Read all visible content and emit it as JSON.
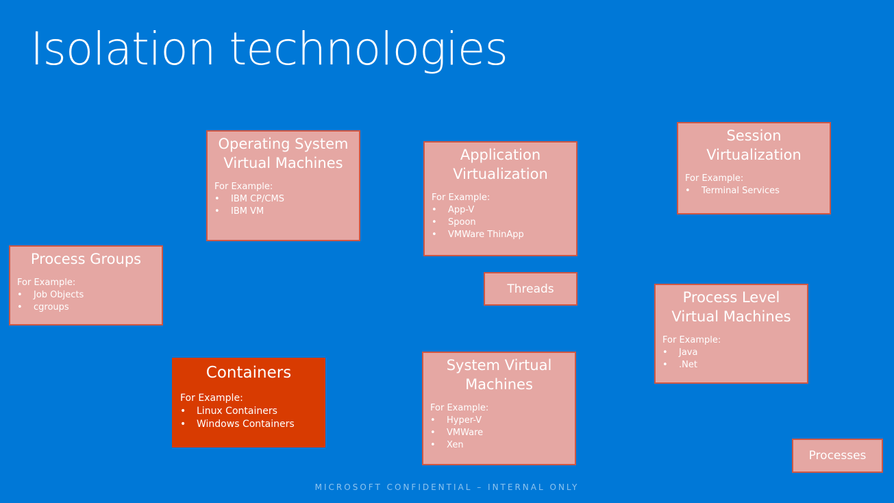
{
  "slide": {
    "title": "Isolation technologies",
    "footer": "MICROSOFT CONFIDENTIAL – INTERNAL ONLY"
  },
  "colors": {
    "background": "#0078d7",
    "box_fill": "#e5a7a3",
    "box_border": "#cf5744",
    "highlight_fill": "#d83b01",
    "text": "#ffffff"
  },
  "boxes": {
    "os_vm": {
      "heading_line1": "Operating System",
      "heading_line2": "Virtual Machines",
      "example_label": "For Example:",
      "items": [
        "IBM CP/CMS",
        "IBM VM"
      ]
    },
    "app_virt": {
      "heading_line1": "Application",
      "heading_line2": "Virtualization",
      "example_label": "For Example:",
      "items": [
        "App-V",
        "Spoon",
        "VMWare ThinApp"
      ]
    },
    "session_virt": {
      "heading_line1": "Session",
      "heading_line2": "Virtualization",
      "example_label": "For Example:",
      "items": [
        "Terminal Services"
      ]
    },
    "process_groups": {
      "heading_line1": "Process Groups",
      "example_label": "For Example:",
      "items": [
        "Job Objects",
        "cgroups"
      ]
    },
    "threads": {
      "heading_line1": "Threads"
    },
    "process_vm": {
      "heading_line1": "Process Level",
      "heading_line2": "Virtual Machines",
      "example_label": "For Example:",
      "items": [
        "Java",
        ".Net"
      ]
    },
    "containers": {
      "heading_line1": "Containers",
      "example_label": "For Example:",
      "items": [
        "Linux Containers",
        "Windows Containers"
      ]
    },
    "system_vm": {
      "heading_line1": "System Virtual",
      "heading_line2": "Machines",
      "example_label": "For Example:",
      "items": [
        "Hyper-V",
        "VMWare",
        "Xen"
      ]
    },
    "processes": {
      "heading_line1": "Processes"
    }
  },
  "bullet_char": "•"
}
